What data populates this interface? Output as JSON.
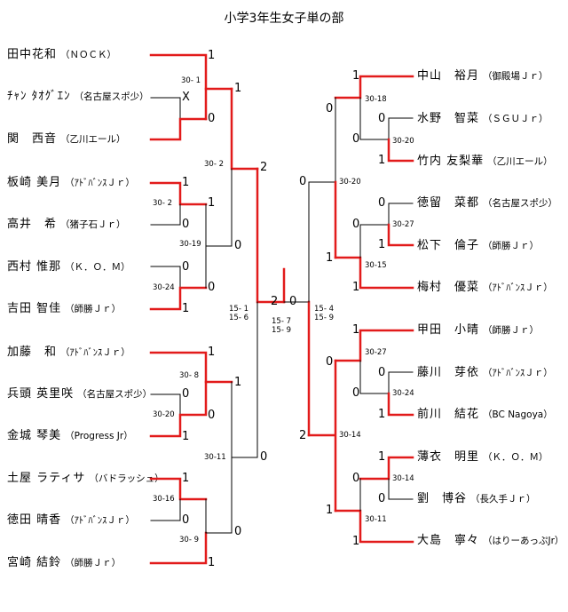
{
  "title": "小学3年生女子単の部",
  "left": [
    {
      "name": "田中花和",
      "team": "（ＮＯＣＫ）"
    },
    {
      "name": "ﾁｬﾝ ﾀｵｸﾞｴﾝ",
      "team": "（名古屋スポ少）"
    },
    {
      "name": "関　西音",
      "team": "（乙川エール）"
    },
    {
      "name": "板崎 美月",
      "team": "（ｱﾄﾞﾊﾞﾝｽＪｒ）"
    },
    {
      "name": "高井　希",
      "team": "（猪子石Ｊｒ）"
    },
    {
      "name": "西村 惟那",
      "team": "（Ｋ．Ｏ．Ｍ）"
    },
    {
      "name": "吉田 智佳",
      "team": "（師勝Ｊｒ）"
    },
    {
      "name": "加藤　和",
      "team": "（ｱﾄﾞﾊﾞﾝｽＪｒ）"
    },
    {
      "name": "兵頭 英里咲",
      "team": "（名古屋スポ少）"
    },
    {
      "name": "金城 琴美",
      "team": "（Progress Jr）"
    },
    {
      "name": "土屋 ラティサ",
      "team": "（バドラッシュ）"
    },
    {
      "name": "徳田 晴香",
      "team": "（ｱﾄﾞﾊﾞﾝｽＪｒ）"
    },
    {
      "name": "宮崎 結鈴",
      "team": "（師勝Ｊｒ）"
    }
  ],
  "right": [
    {
      "name": "中山　裕月",
      "team": "（御殿場Ｊｒ）"
    },
    {
      "name": "水野　智菜",
      "team": "（ＳＧＵＪｒ）"
    },
    {
      "name": "竹内 友梨華",
      "team": "（乙川エール）"
    },
    {
      "name": "徳留　菜都",
      "team": "（名古屋スポ少）"
    },
    {
      "name": "松下　倫子",
      "team": "（師勝Ｊｒ）"
    },
    {
      "name": "梅村　優菜",
      "team": "（ｱﾄﾞﾊﾞﾝｽＪｒ）"
    },
    {
      "name": "甲田　小晴",
      "team": "（師勝Ｊｒ）"
    },
    {
      "name": "藤川　芽依",
      "team": "（ｱﾄﾞﾊﾞﾝｽＪｒ）"
    },
    {
      "name": "前川　結花",
      "team": "（BC Nagoya）"
    },
    {
      "name": "薄衣　明里",
      "team": "（Ｋ．Ｏ．Ｍ）"
    },
    {
      "name": "劉　博谷",
      "team": "（長久手Ｊｒ）"
    },
    {
      "name": "大島　寧々",
      "team": "（はりーあっぷJr）"
    }
  ],
  "match_scores": {
    "l1": "30- 1",
    "l2": "30- 2",
    "l3": "30-19",
    "l4": "30-24",
    "l5": "30- 2",
    "l6": "30- 8",
    "l7": "30-20",
    "l8": "30-16",
    "l9": "30- 9",
    "l10": "30-11",
    "r1": "30-18",
    "r2": "30-20",
    "r3": "30-27",
    "r4": "30-15",
    "r5": "30-20",
    "r6": "30-27",
    "r7": "30-24",
    "r8": "30-14",
    "r9": "30-11",
    "r10": "30-14",
    "final_left": "15- 1\n15- 6",
    "final_mid": "15- 7\n15- 9",
    "final_right": "15- 4\n15- 9"
  },
  "results": {
    "a1": "1",
    "a2": "X",
    "a3": "0",
    "a4": "1",
    "a5": "1",
    "a6": "0",
    "a7": "1",
    "a8": "0",
    "a9": "0",
    "a10": "1",
    "a11": "0",
    "a12": "2",
    "a13": "1",
    "a14": "0",
    "a15": "0",
    "a16": "1",
    "a17": "1",
    "a18": "1",
    "a19": "0",
    "a20": "0",
    "a21": "1",
    "a22": "0",
    "fl": "2",
    "fr": "0",
    "b1": "1",
    "b2": "0",
    "b3": "1",
    "b4": "0",
    "b5": "0",
    "b6": "1",
    "b7": "0",
    "b8": "1",
    "b9": "1",
    "b10": "0",
    "b11": "1",
    "b12": "0",
    "b13": "0",
    "b14": "1",
    "b15": "0",
    "b16": "1",
    "b17": "1",
    "b18": "0",
    "b19": "0",
    "b20": "1",
    "b21": "2"
  },
  "colors": {
    "win": "#e21b1b",
    "line": "#000000"
  }
}
